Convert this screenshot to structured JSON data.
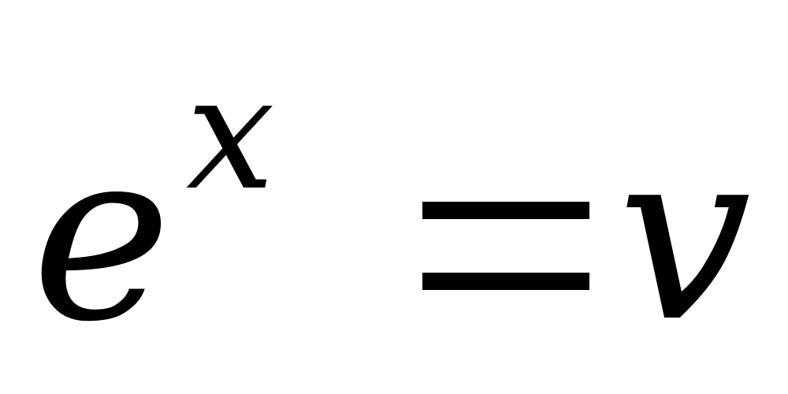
{
  "equation": {
    "base": "e",
    "exponent": "x",
    "relation": "=",
    "rhs": "v"
  },
  "colors": {
    "text": "#000000",
    "background": "#ffffff"
  }
}
